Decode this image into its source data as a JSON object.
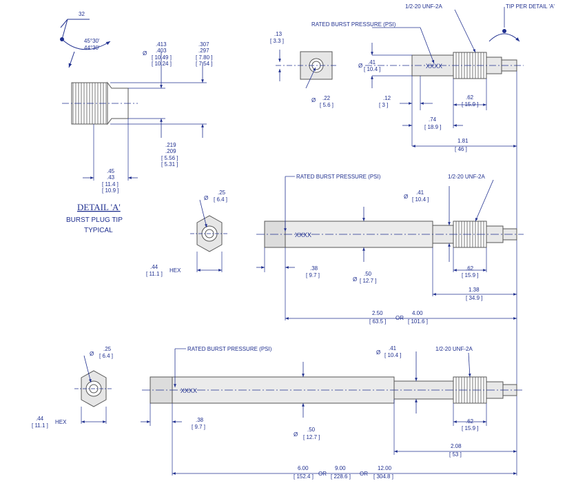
{
  "detail": {
    "title": "DETAIL 'A'",
    "subtitle1": "BURST PLUG TIP",
    "subtitle2": "TYPICAL",
    "finish": "32",
    "angle1": "45°30'",
    "angle2": "44°30'",
    "dia_a": ".413",
    "dia_b": ".403",
    "dia_c": "[ 10.49 ]",
    "dia_d": "[ 10.24 ]",
    "len_a": ".307",
    "len_b": ".297",
    "len_c": "[ 7.80 ]",
    "len_d": "[ 7.54 ]",
    "tip_a": ".219",
    "tip_b": ".209",
    "tip_c": "[ 5.56 ]",
    "tip_d": "[ 5.31 ]",
    "l_a": ".45",
    "l_b": ".43",
    "l_c": "[ 11.4 ]",
    "l_d": "[ 10.9 ]",
    "phi": "Ø"
  },
  "short_plug": {
    "rated": "RATED BURST PRESSURE (PSI)",
    "thread": "1/2-20 UNF-2A",
    "tip_per": "TIP PER DETAIL 'A'",
    "marking": "XXXX",
    "end_a": ".13",
    "end_b": "[ 3.3 ]",
    "hole_a": ".22",
    "hole_b": "[ 5.6 ]",
    "dia_a": ".41",
    "dia_b": "[ 10.4 ]",
    "d12_a": ".12",
    "d12_b": "[ 3 ]",
    "d62_a": ".62",
    "d62_b": "[ 15.9 ]",
    "d74_a": ".74",
    "d74_b": "[ 18.9 ]",
    "d181_a": "1.81",
    "d181_b": "[ 46 ]"
  },
  "medium_plug": {
    "rated": "RATED BURST PRESSURE (PSI)",
    "thread": "1/2-20 UNF-2A",
    "marking": "XXXX",
    "hole_a": ".25",
    "hole_b": "[ 6.4 ]",
    "hex_a": ".44",
    "hex_b": "[ 11.1 ]",
    "hex_lbl": "HEX",
    "dia_a": ".41",
    "dia_b": "[ 10.4 ]",
    "d38_a": ".38",
    "d38_b": "[ 9.7 ]",
    "d50_a": ".50",
    "d50_b": "[ 12.7 ]",
    "d62_a": ".62",
    "d62_b": "[ 15.9 ]",
    "d138_a": "1.38",
    "d138_b": "[ 34.9 ]",
    "len1_a": "2.50",
    "len1_b": "[ 63.5 ]",
    "or": "OR",
    "len2_a": "4.00",
    "len2_b": "[ 101.6 ]"
  },
  "long_plug": {
    "rated": "RATED BURST PRESSURE (PSI)",
    "thread": "1/2-20 UNF-2A",
    "marking": "XXXX",
    "hole_a": ".25",
    "hole_b": "[ 6.4 ]",
    "hex_a": ".44",
    "hex_b": "[ 11.1 ]",
    "hex_lbl": "HEX",
    "dia_a": ".41",
    "dia_b": "[ 10.4 ]",
    "d38_a": ".38",
    "d38_b": "[ 9.7 ]",
    "d50_a": ".50",
    "d50_b": "[ 12.7 ]",
    "d62_a": ".62",
    "d62_b": "[ 15.9 ]",
    "d208_a": "2.08",
    "d208_b": "[ 53 ]",
    "len1_a": "6.00",
    "len1_b": "[ 152.4 ]",
    "or1": "OR",
    "len2_a": "9.00",
    "len2_b": "[ 228.6 ]",
    "or2": "OR",
    "len3_a": "12.00",
    "len3_b": "[ 304.8 ]"
  }
}
